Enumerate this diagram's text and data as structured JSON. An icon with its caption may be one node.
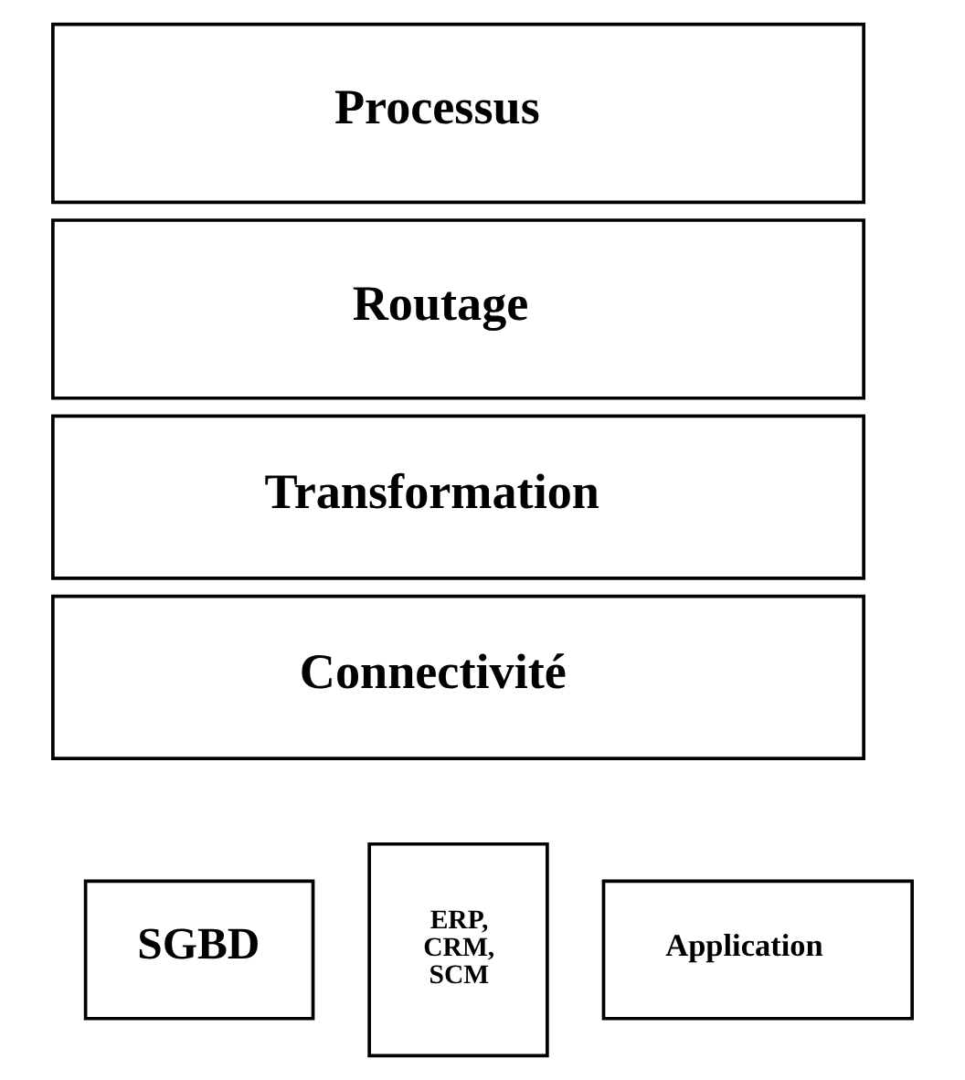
{
  "diagram": {
    "nodes": [
      {
        "text": [
          "Processus"
        ]
      },
      {
        "text": [
          "Routage"
        ]
      },
      {
        "text": [
          "Transformation"
        ]
      },
      {
        "text": [
          "Connectivité"
        ]
      },
      {
        "text": [
          "SGBD"
        ]
      },
      {
        "text": [
          "ERP, CRM, SCM"
        ]
      },
      {
        "text": [
          "Application"
        ]
      }
    ]
  }
}
